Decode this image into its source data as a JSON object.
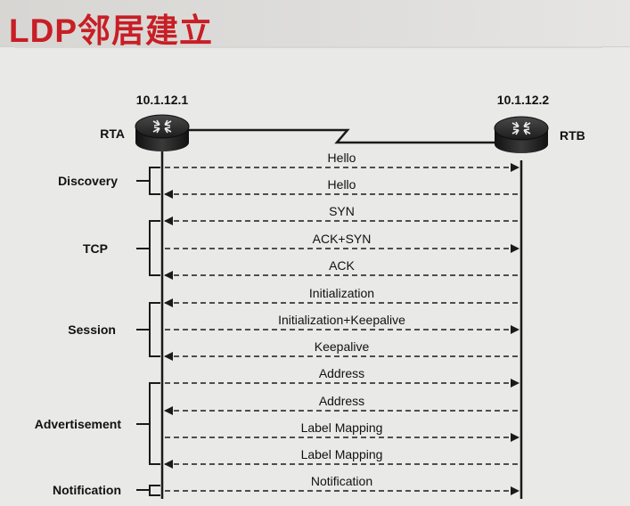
{
  "title": "LDP邻居建立",
  "routers": {
    "left": {
      "name": "RTA",
      "ip": "10.1.12.1"
    },
    "right": {
      "name": "RTB",
      "ip": "10.1.12.2"
    }
  },
  "phases": [
    {
      "label": "Discovery"
    },
    {
      "label": "TCP"
    },
    {
      "label": "Session"
    },
    {
      "label": "Advertisement"
    },
    {
      "label": "Notification"
    }
  ],
  "messages": [
    {
      "label": "Hello",
      "direction": "right"
    },
    {
      "label": "Hello",
      "direction": "left"
    },
    {
      "label": "SYN",
      "direction": "left"
    },
    {
      "label": "ACK+SYN",
      "direction": "right"
    },
    {
      "label": "ACK",
      "direction": "left"
    },
    {
      "label": "Initialization",
      "direction": "left"
    },
    {
      "label": "Initialization+Keepalive",
      "direction": "right"
    },
    {
      "label": "Keepalive",
      "direction": "left"
    },
    {
      "label": "Address",
      "direction": "right"
    },
    {
      "label": "Address",
      "direction": "left"
    },
    {
      "label": "Label Mapping",
      "direction": "right"
    },
    {
      "label": "Label Mapping",
      "direction": "left"
    },
    {
      "label": "Notification",
      "direction": "right"
    }
  ],
  "colors": {
    "title": "#c81e25",
    "router_body": "#2a2a2a",
    "line": "#1a1a1a"
  }
}
